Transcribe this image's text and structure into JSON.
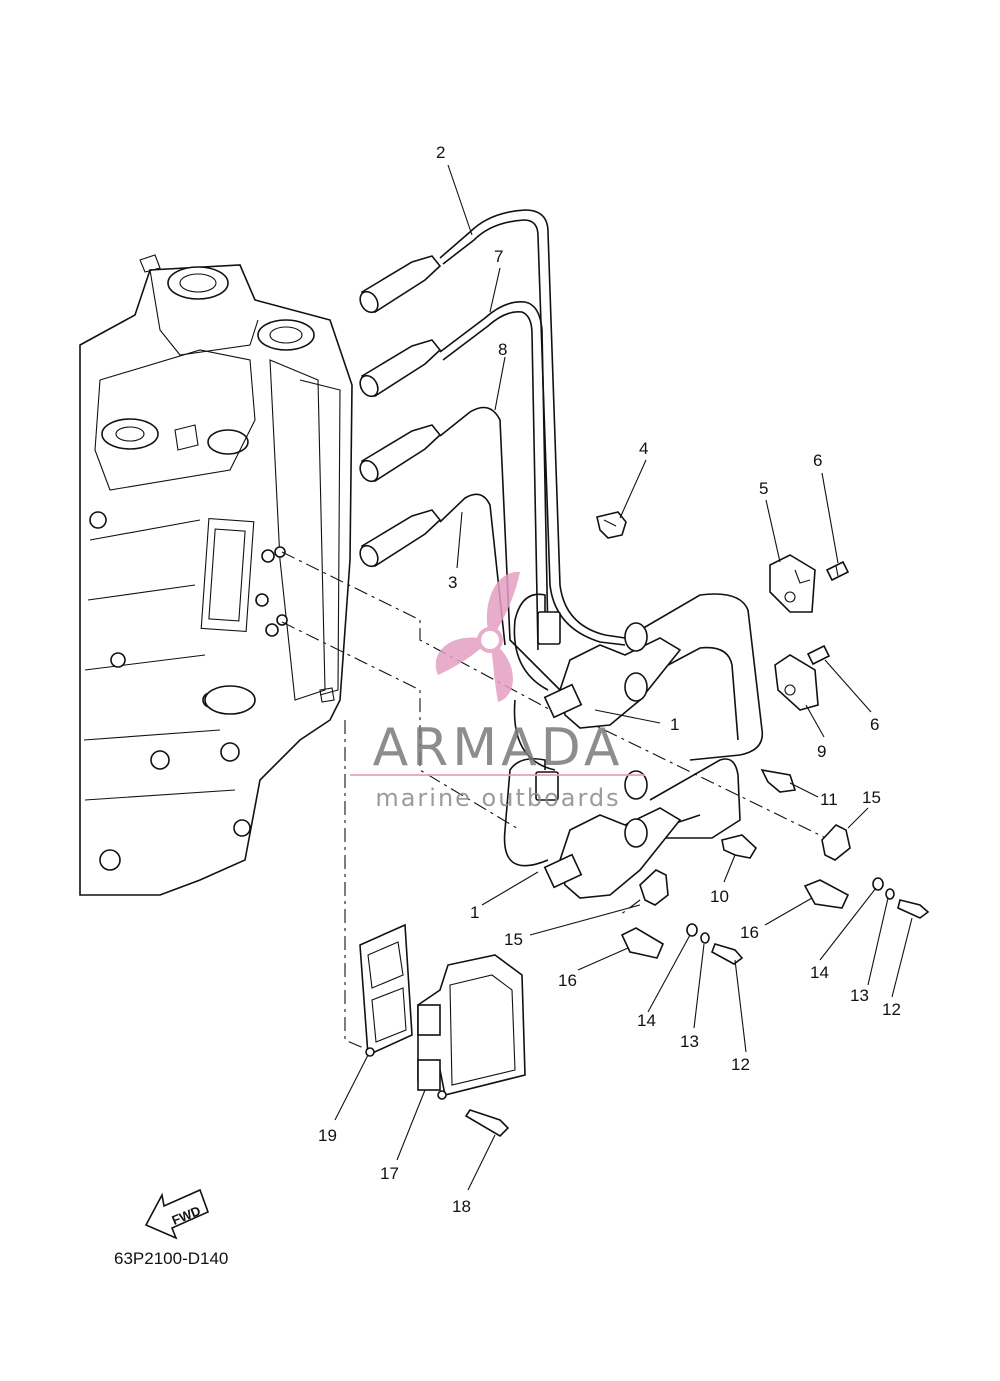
{
  "diagram": {
    "code": "63P2100-D140",
    "fwd_label": "FWD",
    "callouts": [
      "1",
      "1",
      "2",
      "3",
      "4",
      "5",
      "6",
      "6",
      "7",
      "8",
      "9",
      "10",
      "11",
      "12",
      "12",
      "13",
      "13",
      "14",
      "14",
      "15",
      "15",
      "16",
      "16",
      "17",
      "18",
      "19"
    ]
  },
  "watermark": {
    "brand": "ARMADA",
    "tagline": "marine outboards",
    "logo": "propeller-logo-icon",
    "color": "#e39fc3"
  }
}
